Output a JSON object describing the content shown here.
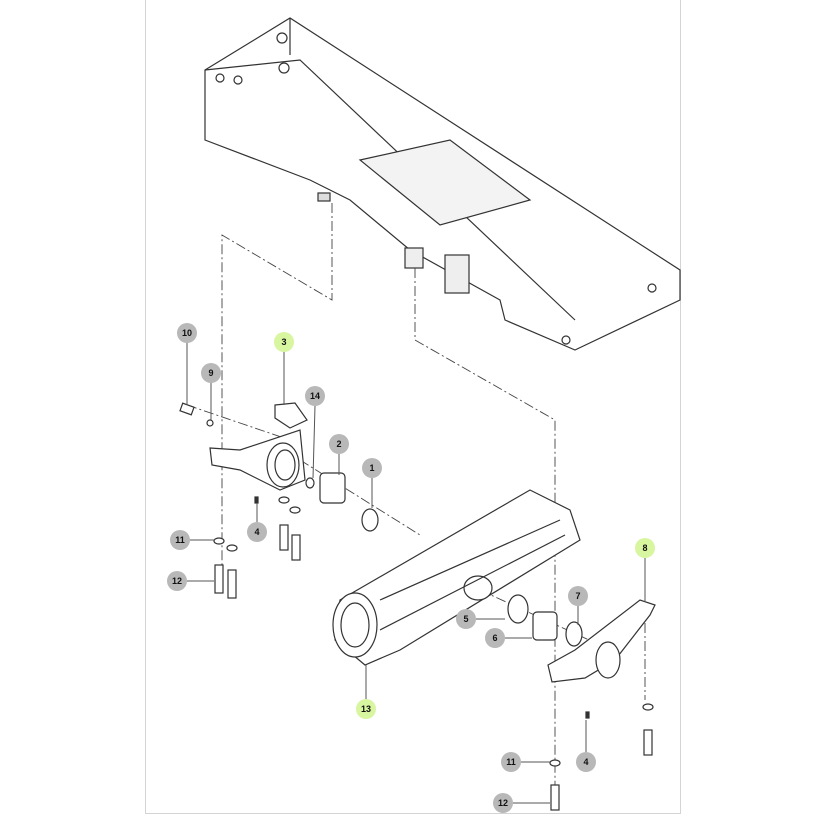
{
  "diagram": {
    "type": "exploded parts diagram",
    "highlight_color": "#d8f5a0",
    "callout_color": "#b8b8b8",
    "callouts": [
      {
        "label": "10",
        "highlighted": false
      },
      {
        "label": "3",
        "highlighted": true
      },
      {
        "label": "9",
        "highlighted": false
      },
      {
        "label": "14",
        "highlighted": false
      },
      {
        "label": "2",
        "highlighted": false
      },
      {
        "label": "1",
        "highlighted": false
      },
      {
        "label": "4",
        "highlighted": false
      },
      {
        "label": "11",
        "highlighted": false
      },
      {
        "label": "12",
        "highlighted": false
      },
      {
        "label": "8",
        "highlighted": true
      },
      {
        "label": "7",
        "highlighted": false
      },
      {
        "label": "5",
        "highlighted": false
      },
      {
        "label": "6",
        "highlighted": false
      },
      {
        "label": "13",
        "highlighted": true
      },
      {
        "label": "11",
        "highlighted": false
      },
      {
        "label": "4",
        "highlighted": false
      },
      {
        "label": "12",
        "highlighted": false
      }
    ]
  }
}
